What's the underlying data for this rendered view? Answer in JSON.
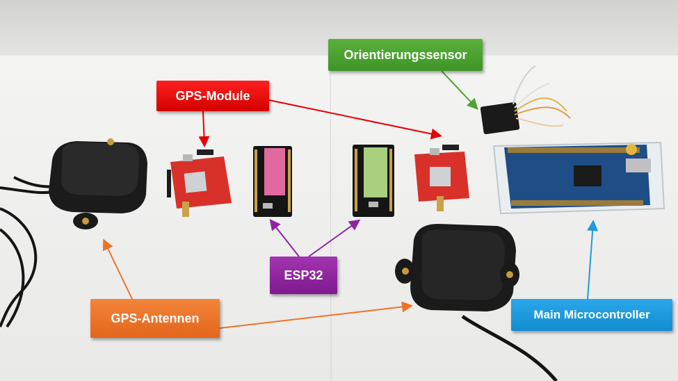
{
  "labels": {
    "orientation_sensor": "Orientierungssensor",
    "gps_modules": "GPS-Module",
    "esp32": "ESP32",
    "gps_antennas": "GPS-Antennen",
    "main_microcontroller": "Main Microcontroller"
  },
  "colors": {
    "green": "#4ca430",
    "red": "#e60000",
    "purple": "#8e24a0",
    "orange": "#ec7327",
    "blue": "#1e9ae0"
  }
}
